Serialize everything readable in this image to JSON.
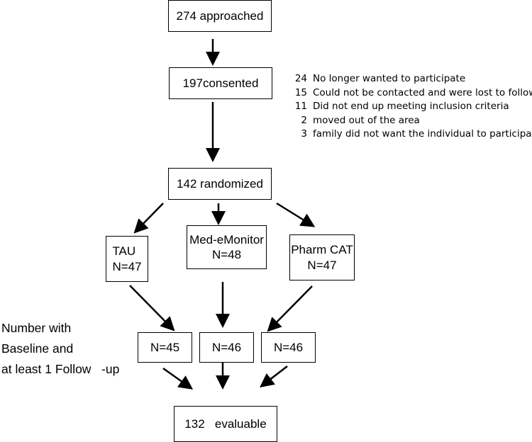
{
  "boxes": {
    "approached": "274 approached",
    "consented": "197consented",
    "randomized": "142 randomized",
    "tau": {
      "line1": "TAU",
      "line2": "N=47"
    },
    "med_emonitor": {
      "line1": "Med-eMonitor",
      "line2": "N=48"
    },
    "pharm_cat": {
      "line1": "Pharm CAT",
      "line2": "N=47"
    },
    "n_tau": "N=45",
    "n_med": "N=46",
    "n_pharm": "N=46",
    "evaluable": "132   evaluable"
  },
  "exclusions": [
    {
      "count": "24",
      "reason": "No longer wanted to participate"
    },
    {
      "count": "15",
      "reason": "Could not be contacted and were lost to follow-up"
    },
    {
      "count": "11",
      "reason": "Did not end up meeting inclusion criteria"
    },
    {
      "count": "2",
      "reason": "moved out of the area"
    },
    {
      "count": "3",
      "reason": "family did not want the individual to participate"
    }
  ],
  "side_label": {
    "line1": "Number with",
    "line2": "Baseline and",
    "line3": "at least 1 Follow   -up"
  }
}
